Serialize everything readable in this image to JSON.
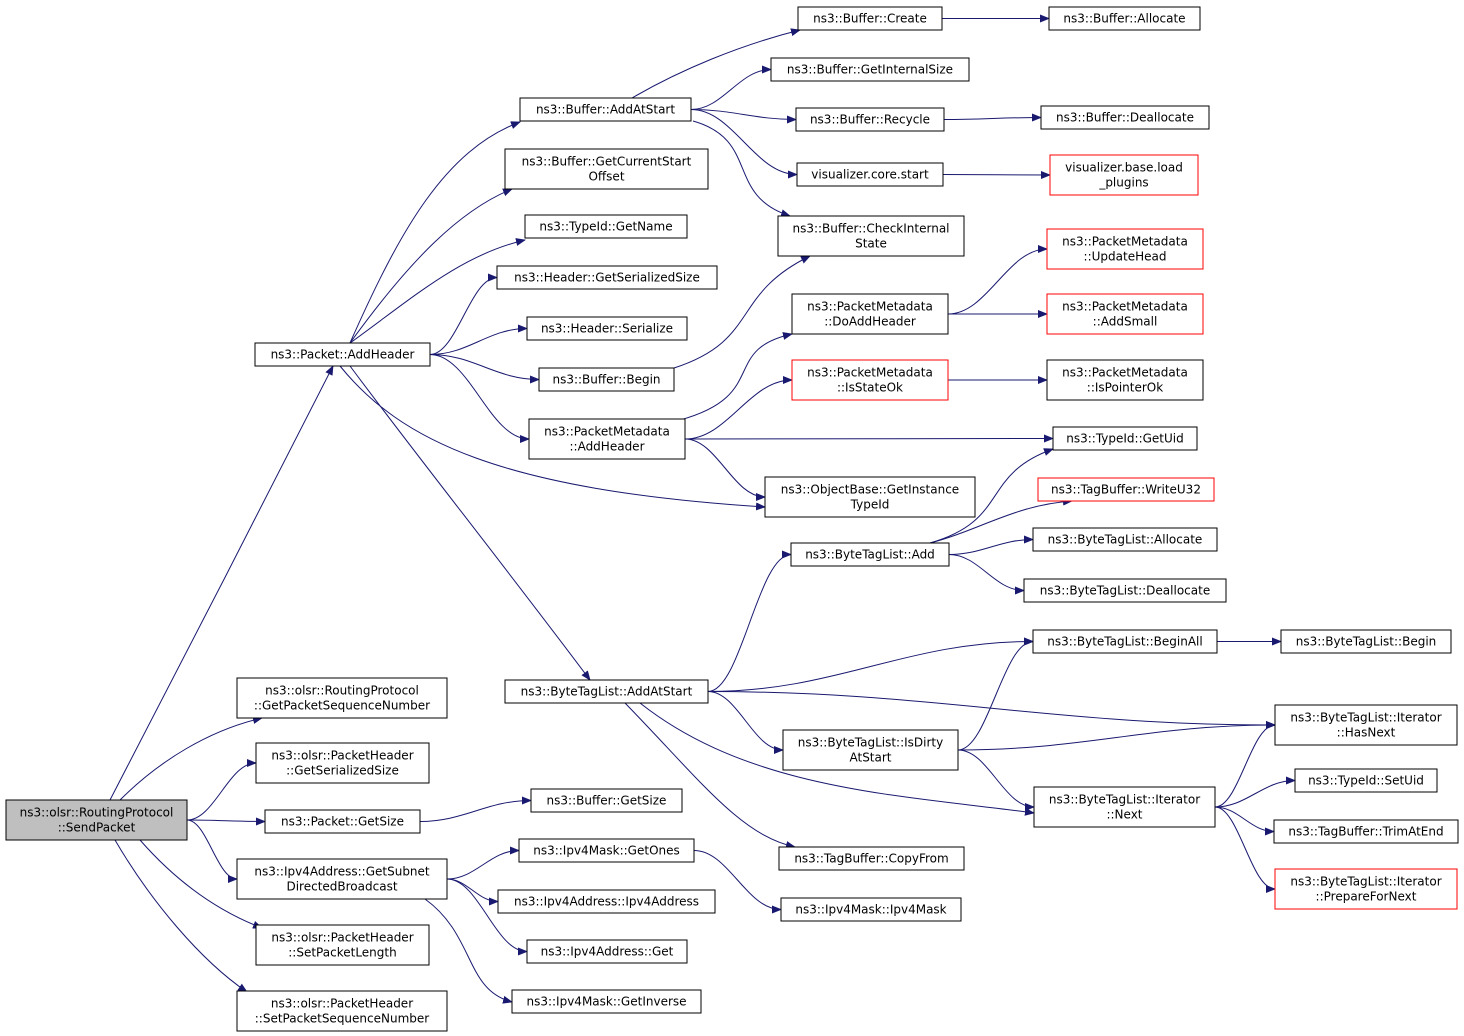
{
  "colors": {
    "edge": "#191970",
    "node_border": "#000000",
    "node_border_truncated": "#ff0000",
    "node_fill": "#ffffff",
    "root_fill": "#bfbfbf",
    "text": "#000000"
  },
  "nodes": [
    {
      "id": "sendpacket",
      "lines": [
        "ns3::olsr::RoutingProtocol",
        "::SendPacket"
      ],
      "kind": "root"
    },
    {
      "id": "pkt_addheader",
      "lines": [
        "ns3::Packet::AddHeader"
      ]
    },
    {
      "id": "getpktseq",
      "lines": [
        "ns3::olsr::RoutingProtocol",
        "::GetPacketSequenceNumber"
      ]
    },
    {
      "id": "ph_getsersize",
      "lines": [
        "ns3::olsr::PacketHeader",
        "::GetSerializedSize"
      ]
    },
    {
      "id": "pkt_getsize",
      "lines": [
        "ns3::Packet::GetSize"
      ]
    },
    {
      "id": "getsubnet",
      "lines": [
        "ns3::Ipv4Address::GetSubnet",
        "DirectedBroadcast"
      ]
    },
    {
      "id": "setpktlen",
      "lines": [
        "ns3::olsr::PacketHeader",
        "::SetPacketLength"
      ]
    },
    {
      "id": "setpktseq",
      "lines": [
        "ns3::olsr::PacketHeader",
        "::SetPacketSequenceNumber"
      ]
    },
    {
      "id": "buf_addatstart",
      "lines": [
        "ns3::Buffer::AddAtStart"
      ]
    },
    {
      "id": "buf_getcurstart",
      "lines": [
        "ns3::Buffer::GetCurrentStart",
        "Offset"
      ]
    },
    {
      "id": "typeid_getname",
      "lines": [
        "ns3::TypeId::GetName"
      ]
    },
    {
      "id": "hdr_getsersize",
      "lines": [
        "ns3::Header::GetSerializedSize"
      ]
    },
    {
      "id": "hdr_serialize",
      "lines": [
        "ns3::Header::Serialize"
      ]
    },
    {
      "id": "buf_begin",
      "lines": [
        "ns3::Buffer::Begin"
      ]
    },
    {
      "id": "pm_addheader",
      "lines": [
        "ns3::PacketMetadata",
        "::AddHeader"
      ]
    },
    {
      "id": "btl_addatstart",
      "lines": [
        "ns3::ByteTagList::AddAtStart"
      ]
    },
    {
      "id": "buf_getsize",
      "lines": [
        "ns3::Buffer::GetSize"
      ]
    },
    {
      "id": "mask_getones",
      "lines": [
        "ns3::Ipv4Mask::GetOnes"
      ]
    },
    {
      "id": "ipv4addr_ctor",
      "lines": [
        "ns3::Ipv4Address::Ipv4Address"
      ]
    },
    {
      "id": "ipv4addr_get",
      "lines": [
        "ns3::Ipv4Address::Get"
      ]
    },
    {
      "id": "mask_getinverse",
      "lines": [
        "ns3::Ipv4Mask::GetInverse"
      ]
    },
    {
      "id": "buf_create",
      "lines": [
        "ns3::Buffer::Create"
      ]
    },
    {
      "id": "buf_getinternal",
      "lines": [
        "ns3::Buffer::GetInternalSize"
      ]
    },
    {
      "id": "buf_recycle",
      "lines": [
        "ns3::Buffer::Recycle"
      ]
    },
    {
      "id": "vis_start",
      "lines": [
        "visualizer.core.start"
      ]
    },
    {
      "id": "buf_checkinternal",
      "lines": [
        "ns3::Buffer::CheckInternal",
        "State"
      ]
    },
    {
      "id": "pm_doaddheader",
      "lines": [
        "ns3::PacketMetadata",
        "::DoAddHeader"
      ]
    },
    {
      "id": "pm_isstateok",
      "lines": [
        "ns3::PacketMetadata",
        "::IsStateOk"
      ],
      "kind": "truncated"
    },
    {
      "id": "objbase_getinst",
      "lines": [
        "ns3::ObjectBase::GetInstance",
        "TypeId"
      ]
    },
    {
      "id": "btl_add",
      "lines": [
        "ns3::ByteTagList::Add"
      ]
    },
    {
      "id": "btl_isdirty",
      "lines": [
        "ns3::ByteTagList::IsDirty",
        "AtStart"
      ]
    },
    {
      "id": "tagbuf_copyfrom",
      "lines": [
        "ns3::TagBuffer::CopyFrom"
      ]
    },
    {
      "id": "mask_ctor",
      "lines": [
        "ns3::Ipv4Mask::Ipv4Mask"
      ]
    },
    {
      "id": "buf_allocate",
      "lines": [
        "ns3::Buffer::Allocate"
      ]
    },
    {
      "id": "buf_deallocate",
      "lines": [
        "ns3::Buffer::Deallocate"
      ]
    },
    {
      "id": "vis_loadplugins",
      "lines": [
        "visualizer.base.load",
        "_plugins"
      ],
      "kind": "truncated"
    },
    {
      "id": "pm_updatehead",
      "lines": [
        "ns3::PacketMetadata",
        "::UpdateHead"
      ],
      "kind": "truncated"
    },
    {
      "id": "pm_addsmall",
      "lines": [
        "ns3::PacketMetadata",
        "::AddSmall"
      ],
      "kind": "truncated"
    },
    {
      "id": "pm_ispointerok",
      "lines": [
        "ns3::PacketMetadata",
        "::IsPointerOk"
      ]
    },
    {
      "id": "typeid_getuid",
      "lines": [
        "ns3::TypeId::GetUid"
      ]
    },
    {
      "id": "tagbuf_writeu32",
      "lines": [
        "ns3::TagBuffer::WriteU32"
      ],
      "kind": "truncated"
    },
    {
      "id": "btl_allocate",
      "lines": [
        "ns3::ByteTagList::Allocate"
      ]
    },
    {
      "id": "btl_deallocate",
      "lines": [
        "ns3::ByteTagList::Deallocate"
      ]
    },
    {
      "id": "btl_beginall",
      "lines": [
        "ns3::ByteTagList::BeginAll"
      ]
    },
    {
      "id": "btl_iter_next",
      "lines": [
        "ns3::ByteTagList::Iterator",
        "::Next"
      ]
    },
    {
      "id": "btl_begin",
      "lines": [
        "ns3::ByteTagList::Begin"
      ]
    },
    {
      "id": "btl_iter_hasnext",
      "lines": [
        "ns3::ByteTagList::Iterator",
        "::HasNext"
      ]
    },
    {
      "id": "typeid_setuid",
      "lines": [
        "ns3::TypeId::SetUid"
      ]
    },
    {
      "id": "tagbuf_trimatend",
      "lines": [
        "ns3::TagBuffer::TrimAtEnd"
      ]
    },
    {
      "id": "btl_iter_preparefornext",
      "lines": [
        "ns3::ByteTagList::Iterator",
        "::PrepareForNext"
      ],
      "kind": "truncated"
    }
  ],
  "edges": [
    [
      "sendpacket",
      "pkt_addheader"
    ],
    [
      "sendpacket",
      "getpktseq"
    ],
    [
      "sendpacket",
      "ph_getsersize"
    ],
    [
      "sendpacket",
      "pkt_getsize"
    ],
    [
      "sendpacket",
      "getsubnet"
    ],
    [
      "sendpacket",
      "setpktlen"
    ],
    [
      "sendpacket",
      "setpktseq"
    ],
    [
      "pkt_addheader",
      "buf_addatstart"
    ],
    [
      "pkt_addheader",
      "buf_getcurstart"
    ],
    [
      "pkt_addheader",
      "typeid_getname"
    ],
    [
      "pkt_addheader",
      "hdr_getsersize"
    ],
    [
      "pkt_addheader",
      "hdr_serialize"
    ],
    [
      "pkt_addheader",
      "buf_begin"
    ],
    [
      "pkt_addheader",
      "pm_addheader"
    ],
    [
      "pkt_addheader",
      "objbase_getinst"
    ],
    [
      "pkt_addheader",
      "btl_addatstart"
    ],
    [
      "buf_addatstart",
      "buf_create"
    ],
    [
      "buf_addatstart",
      "buf_getinternal"
    ],
    [
      "buf_addatstart",
      "buf_recycle"
    ],
    [
      "buf_addatstart",
      "vis_start"
    ],
    [
      "buf_addatstart",
      "buf_checkinternal"
    ],
    [
      "buf_create",
      "buf_allocate"
    ],
    [
      "buf_recycle",
      "buf_deallocate"
    ],
    [
      "vis_start",
      "vis_loadplugins"
    ],
    [
      "buf_begin",
      "buf_checkinternal"
    ],
    [
      "pm_addheader",
      "pm_doaddheader"
    ],
    [
      "pm_addheader",
      "pm_isstateok"
    ],
    [
      "pm_addheader",
      "typeid_getuid"
    ],
    [
      "pm_addheader",
      "objbase_getinst"
    ],
    [
      "pm_doaddheader",
      "pm_updatehead"
    ],
    [
      "pm_doaddheader",
      "pm_addsmall"
    ],
    [
      "pm_isstateok",
      "pm_ispointerok"
    ],
    [
      "btl_addatstart",
      "btl_add"
    ],
    [
      "btl_addatstart",
      "btl_beginall"
    ],
    [
      "btl_addatstart",
      "btl_iter_hasnext"
    ],
    [
      "btl_addatstart",
      "btl_isdirty"
    ],
    [
      "btl_addatstart",
      "btl_iter_next"
    ],
    [
      "btl_addatstart",
      "tagbuf_copyfrom"
    ],
    [
      "btl_add",
      "typeid_getuid"
    ],
    [
      "btl_add",
      "tagbuf_writeu32"
    ],
    [
      "btl_add",
      "btl_allocate"
    ],
    [
      "btl_add",
      "btl_deallocate"
    ],
    [
      "btl_beginall",
      "btl_begin"
    ],
    [
      "btl_isdirty",
      "btl_beginall"
    ],
    [
      "btl_isdirty",
      "btl_iter_hasnext"
    ],
    [
      "btl_isdirty",
      "btl_iter_next"
    ],
    [
      "btl_iter_next",
      "btl_iter_hasnext"
    ],
    [
      "btl_iter_next",
      "typeid_setuid"
    ],
    [
      "btl_iter_next",
      "tagbuf_trimatend"
    ],
    [
      "btl_iter_next",
      "btl_iter_preparefornext"
    ],
    [
      "pkt_getsize",
      "buf_getsize"
    ],
    [
      "getsubnet",
      "mask_getones"
    ],
    [
      "getsubnet",
      "ipv4addr_ctor"
    ],
    [
      "getsubnet",
      "ipv4addr_get"
    ],
    [
      "getsubnet",
      "mask_getinverse"
    ],
    [
      "mask_getones",
      "mask_ctor"
    ]
  ]
}
